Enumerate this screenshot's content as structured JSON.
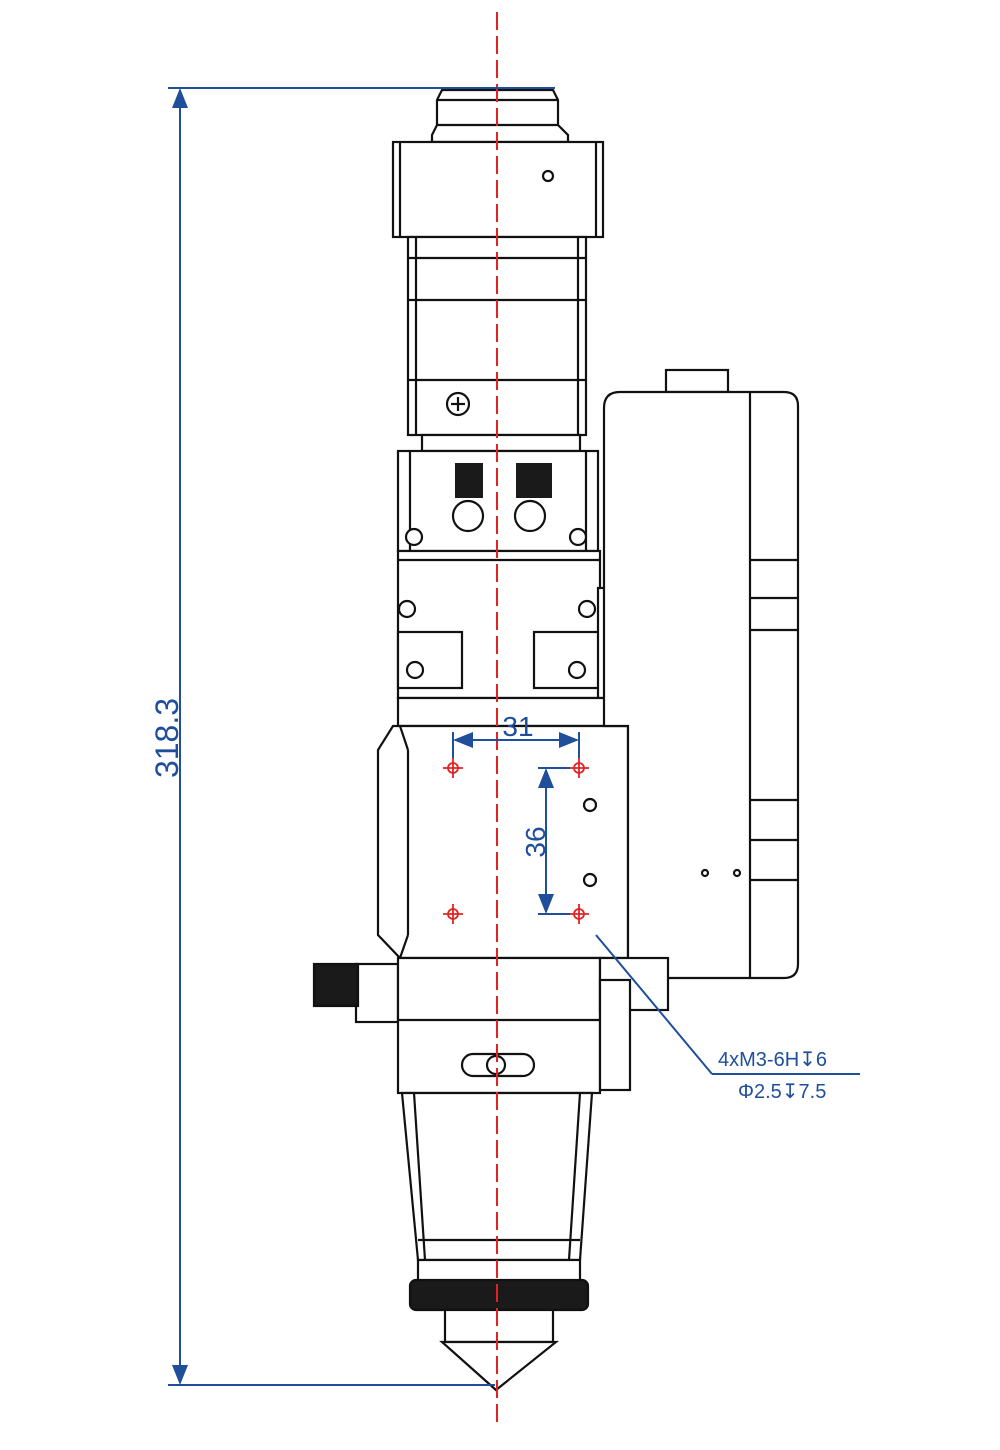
{
  "colors": {
    "outline": "#111111",
    "dimension": "#1f4e9a",
    "centerline": "#e02424",
    "hole_marker": "#e02424",
    "fill": "#ffffff",
    "dark_part": "#1a1a1a"
  },
  "dimensions": {
    "overall_height": "318.3",
    "hole_spacing_horizontal": "31",
    "hole_spacing_vertical": "36"
  },
  "callout": {
    "line1": "4xM3-6H↧6",
    "line2": "Φ2.5↧7.5"
  }
}
